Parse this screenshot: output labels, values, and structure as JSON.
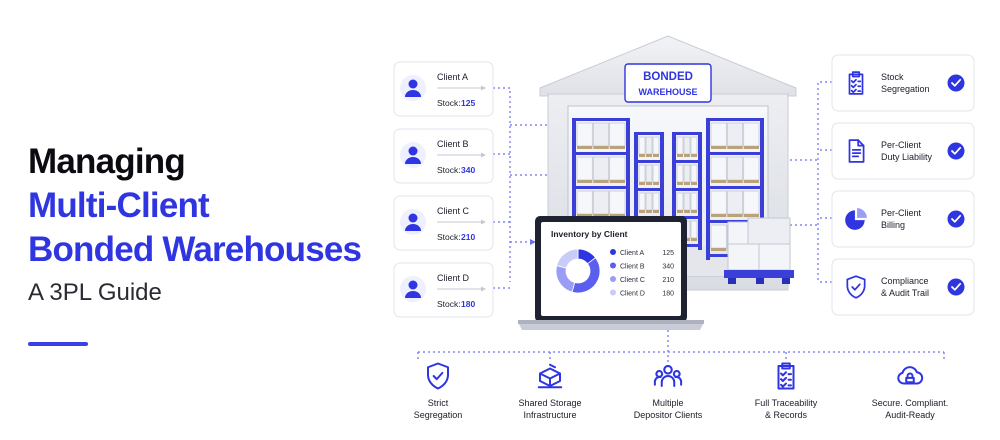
{
  "title": {
    "line1": "Managing",
    "line2": "Multi-Client",
    "line3": "Bonded Warehouses",
    "subtitle": "A 3PL Guide"
  },
  "warehouse": {
    "sign_line1": "BONDED",
    "sign_line2": "WAREHOUSE"
  },
  "clients": [
    {
      "name": "Client A",
      "stock_label": "Stock:",
      "stock_value": "125"
    },
    {
      "name": "Client B",
      "stock_label": "Stock:",
      "stock_value": "340"
    },
    {
      "name": "Client C",
      "stock_label": "Stock:",
      "stock_value": "210"
    },
    {
      "name": "Client D",
      "stock_label": "Stock:",
      "stock_value": "180"
    }
  ],
  "laptop": {
    "title": "Inventory by Client",
    "legend": [
      {
        "label": "Client A",
        "value": "125",
        "color": "#2f35e0"
      },
      {
        "label": "Client B",
        "value": "340",
        "color": "#5b5ff0"
      },
      {
        "label": "Client C",
        "value": "210",
        "color": "#9a9df5"
      },
      {
        "label": "Client D",
        "value": "180",
        "color": "#c9cbf9"
      }
    ]
  },
  "features": [
    {
      "line1": "Stock",
      "line2": "Segregation",
      "icon": "clipboard-checklist-icon"
    },
    {
      "line1": "Per-Client",
      "line2": "Duty Liability",
      "icon": "document-icon"
    },
    {
      "line1": "Per-Client",
      "line2": "Billing",
      "icon": "pie-chart-icon"
    },
    {
      "line1": "Compliance",
      "line2": "& Audit Trail",
      "icon": "shield-check-icon"
    }
  ],
  "benefits": [
    {
      "line1": "Strict",
      "line2": "Segregation",
      "icon": "shield-check-icon"
    },
    {
      "line1": "Shared Storage",
      "line2": "Infrastructure",
      "icon": "pallet-boxes-icon"
    },
    {
      "line1": "Multiple",
      "line2": "Depositor Clients",
      "icon": "users-icon"
    },
    {
      "line1": "Full Traceability",
      "line2": "& Records",
      "icon": "clipboard-checklist-icon"
    },
    {
      "line1": "Secure. Compliant.",
      "line2": "Audit-Ready",
      "icon": "cloud-lock-icon"
    }
  ],
  "colors": {
    "accent": "#2f35e0",
    "rack": "#3a3fd8",
    "card_border": "#e3e5ec",
    "dotted": "#6b6ff0"
  }
}
